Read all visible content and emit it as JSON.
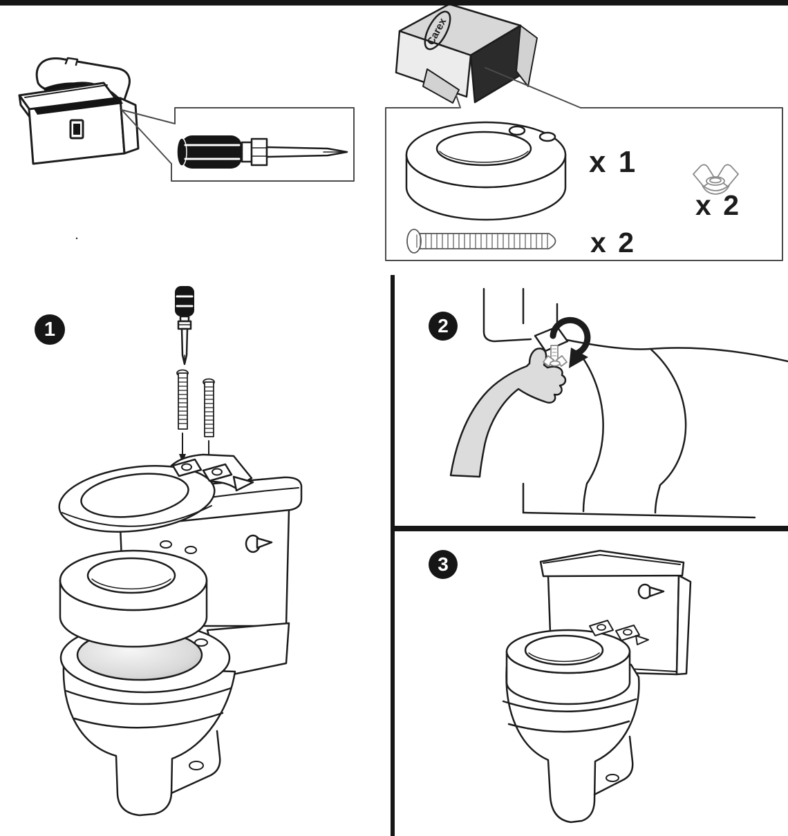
{
  "brand": {
    "logo_text": "Carex"
  },
  "tools_callout": {
    "icons": [
      "toolbox-illustration",
      "phillips-screwdriver-illustration"
    ]
  },
  "parts_box": {
    "items": [
      {
        "icon": "seat-riser-ring-illustration",
        "qty_label": "x 1"
      },
      {
        "icon": "wing-nut-illustration",
        "qty_label": "x 2"
      },
      {
        "icon": "bolt-illustration",
        "qty_label": "x 2"
      }
    ]
  },
  "steps": [
    {
      "number": "1",
      "icon": "insert-bolts-into-seat-brackets-illustration"
    },
    {
      "number": "2",
      "icon": "tighten-wing-nut-under-bowl-rim-illustration"
    },
    {
      "number": "3",
      "icon": "completed-riser-installation-illustration"
    }
  ],
  "colors": {
    "line": "#1c1c1c",
    "divider": "#161616",
    "carton_top": "#d8d8d8",
    "carton_side": "#ececec",
    "carton_flap": "#d2d2d2",
    "carton_opening": "#2b2b2b",
    "hand_fill": "#dcdcdc",
    "bowl_shade": "#c9c9c9",
    "hardware_stroke": "#8a8a8a"
  }
}
